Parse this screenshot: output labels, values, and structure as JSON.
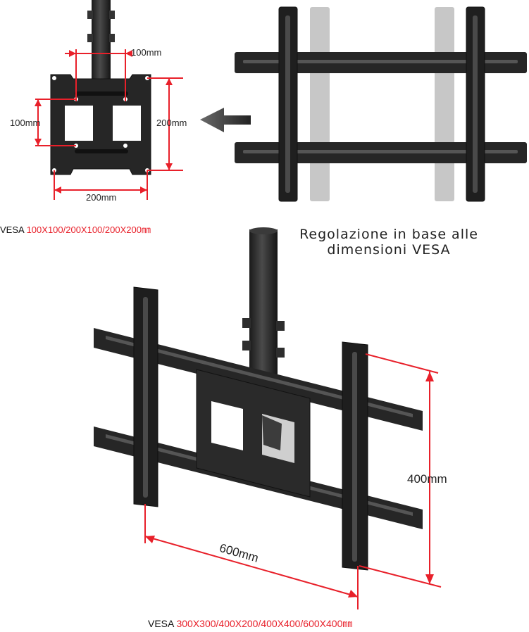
{
  "top_left": {
    "dim_top": "100mm",
    "dim_left": "100mm",
    "dim_right": "200mm",
    "dim_bottom": "200mm",
    "vesa_prefix": "VESA ",
    "vesa_values": "100X100/200X100/200X200㎜"
  },
  "caption": {
    "line1": "Regolazione in base alle",
    "line2": "dimensioni VESA"
  },
  "bottom": {
    "dim_height": "400mm",
    "dim_width": "600mm",
    "vesa_prefix": "VESA ",
    "vesa_values": "300X300/400X200/400X400/600X400㎜"
  },
  "colors": {
    "dimension": "#e8202a",
    "metal": "#2a2a2a",
    "ghost": "#bdbdbd"
  }
}
